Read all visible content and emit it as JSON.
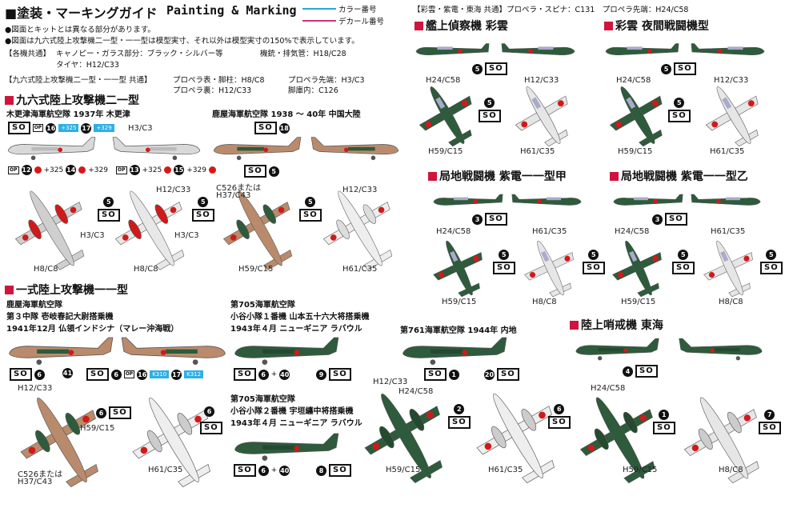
{
  "header": {
    "title_jp": "■塗装・マーキングガイド",
    "title_en": "Painting & Marking",
    "legend": {
      "color": "カラー番号",
      "decal": "デカール番号"
    },
    "notes": [
      "●図面とキットとは異なる部分があります。",
      "●図面は九六式陸上攻撃機二一型・一一型は模型実寸、それ以外は模型実寸の150%で表示しています。"
    ],
    "common": {
      "label": "【各機共通】",
      "canopy": "キャノピー・ガラス部分：ブラック・シルバー等",
      "gun": "機銃・排気管：H18/C28",
      "tire": "タイヤ：H12/C33"
    },
    "g96_common": {
      "label": "【九六式陸上攻撃機二一型・一一型 共通】",
      "prop_front": "プロペラ表・脚柱：H8/C8",
      "prop_tip": "プロペラ先端：H3/C3",
      "prop_back": "プロペラ裏：H12/C33",
      "wheel_well": "脚庫内：C126"
    },
    "right_common": "【彩雲・紫電・東海 共通】プロペラ・スピナ：C131　プロペラ先端：H24/C58"
  },
  "sections": {
    "g96": {
      "title": "九六式陸上攻撃機二一型",
      "unit1": "木更津海軍航空隊 1937年 木更津",
      "unit2": "鹿屋海軍航空隊 1938 ～ 40年 中国大陸"
    },
    "g4m": {
      "title": "一式陸上攻撃機一一型",
      "unit1": [
        "鹿屋海軍航空隊",
        "第３中隊 壱岐春記大尉搭乗機",
        "1941年12月 仏領インドシナ（マレー沖海戦）"
      ],
      "unit2": [
        "第705海軍航空隊",
        "小谷小隊１番機 山本五十六大将搭乗機",
        "1943年４月 ニューギニア ラバウル"
      ],
      "unit3": "第761海軍航空隊 1944年 内地",
      "unit4": [
        "第705海軍航空隊",
        "小谷小隊２番機 宇垣纏中将搭乗機",
        "1943年４月 ニューギニア ラバウル"
      ]
    },
    "saiun": {
      "title": "艦上偵察機 彩雲"
    },
    "saiun_night": {
      "title": "彩雲 夜間戦闘機型"
    },
    "shiden_ko": {
      "title": "局地戦闘機 紫電一一型甲"
    },
    "shiden_otsu": {
      "title": "局地戦闘機 紫電一一型乙"
    },
    "tokai": {
      "title": "陸上哨戒機 東海"
    }
  },
  "callouts": {
    "h12": "H12/C33",
    "h3": "H3/C3",
    "h8": "H8/C8",
    "h59": "H59/C15",
    "h61": "H61/C35",
    "h24": "H24/C58",
    "c526a": "C526または",
    "c526b": "H37/C43"
  },
  "marks": {
    "so": "SO",
    "op": "OP",
    "plus": "+",
    "n1": "1",
    "n2": "2",
    "n3": "3",
    "n4": "4",
    "n5": "5",
    "n6": "6",
    "n7": "7",
    "n8": "8",
    "n9": "9",
    "n12": "12",
    "n13": "13",
    "n14": "14",
    "n15": "15",
    "n16": "16",
    "n17": "17",
    "n18": "18",
    "n20": "20",
    "n40": "40",
    "n41": "41",
    "k325": "+325",
    "k329": "+329",
    "k310": "K310",
    "k312": "K312"
  },
  "colors": {
    "silver": "#d9d9d9",
    "green": "#2d5b3b",
    "brown": "#b98b6c",
    "red": "#d01a1a",
    "accent": "#d0143c",
    "cyan": "#27a8d8",
    "magenta": "#d0307a"
  }
}
